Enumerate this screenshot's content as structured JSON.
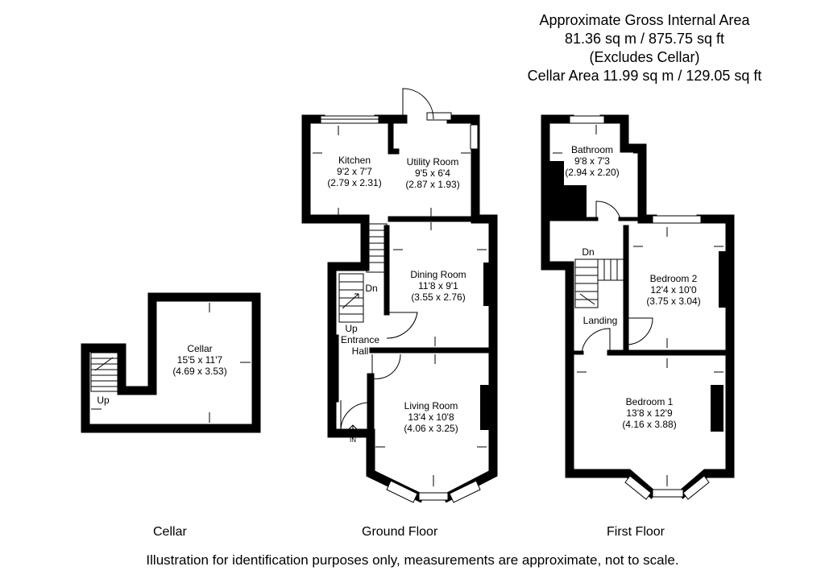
{
  "header": {
    "gia_title": "Approximate Gross Internal Area",
    "gia_value": "81.36 sq m / 875.75 sq ft",
    "gia_note": "(Excludes Cellar)",
    "cellar_area": "Cellar Area 11.99 sq m / 129.05 sq ft"
  },
  "rooms": {
    "kitchen": {
      "name": "Kitchen",
      "imperial": "9'2 x 7'7",
      "metric": "(2.79 x 2.31)"
    },
    "utility": {
      "name": "Utility Room",
      "imperial": "9'5 x 6'4",
      "metric": "(2.87 x 1.93)"
    },
    "dining": {
      "name": "Dining Room",
      "imperial": "11'8 x 9'1",
      "metric": "(3.55 x 2.76)"
    },
    "living": {
      "name": "Living Room",
      "imperial": "13'4 x 10'8",
      "metric": "(4.06 x 3.25)"
    },
    "hall": {
      "line1": "Entrance",
      "line2": "Hall"
    },
    "bathroom": {
      "name": "Bathroom",
      "imperial": "9'8 x 7'3",
      "metric": "(2.94 x 2.20)"
    },
    "bedroom2": {
      "name": "Bedroom 2",
      "imperial": "12'4 x 10'0",
      "metric": "(3.75 x 3.04)"
    },
    "bedroom1": {
      "name": "Bedroom 1",
      "imperial": "13'8 x 12'9",
      "metric": "(4.16 x 3.88)"
    },
    "landing": {
      "name": "Landing"
    },
    "cellar": {
      "name": "Cellar",
      "imperial": "15'5 x 11'7",
      "metric": "(4.69 x 3.53)"
    }
  },
  "stairs": {
    "ground_dn": "Dn",
    "ground_up": "Up",
    "first_dn": "Dn",
    "cellar_up": "Up"
  },
  "entrance_label": "IN",
  "floor_labels": {
    "cellar": "Cellar",
    "ground": "Ground Floor",
    "first": "First Floor"
  },
  "disclaimer": "Illustration for identification purposes only, measurements are approximate, not to scale."
}
